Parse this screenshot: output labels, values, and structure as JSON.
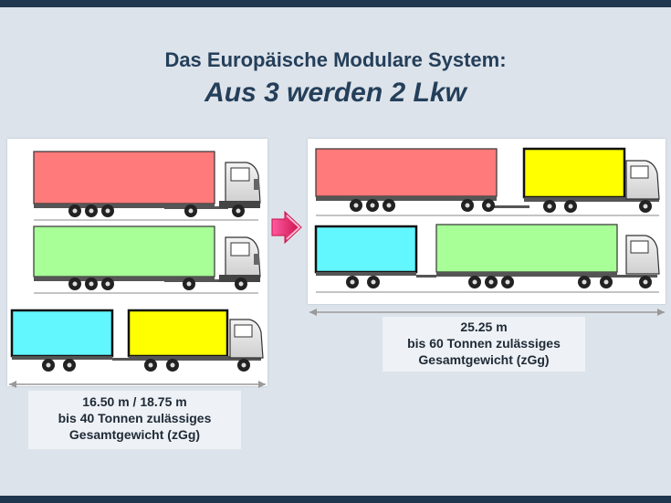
{
  "title": {
    "line1": "Das Europäische Modulare System:",
    "line2": "Aus 3 werden 2 Lkw"
  },
  "left": {
    "caption": [
      "16.50 m / 18.75 m",
      "bis 40 Tonnen zulässiges",
      "Gesamtgewicht (zGg)"
    ]
  },
  "right": {
    "caption": [
      "25.25 m",
      "bis 60 Tonnen  zulässiges",
      "Gesamtgewicht (zGg)"
    ]
  },
  "colors": {
    "frame": "#20384f",
    "title": "#243f5a",
    "red_box": "#ff7a7a",
    "green_box": "#a8ff98",
    "cyan_box": "#62f6ff",
    "yellow_box": "#ffff00",
    "arrow": "#e0245e"
  }
}
